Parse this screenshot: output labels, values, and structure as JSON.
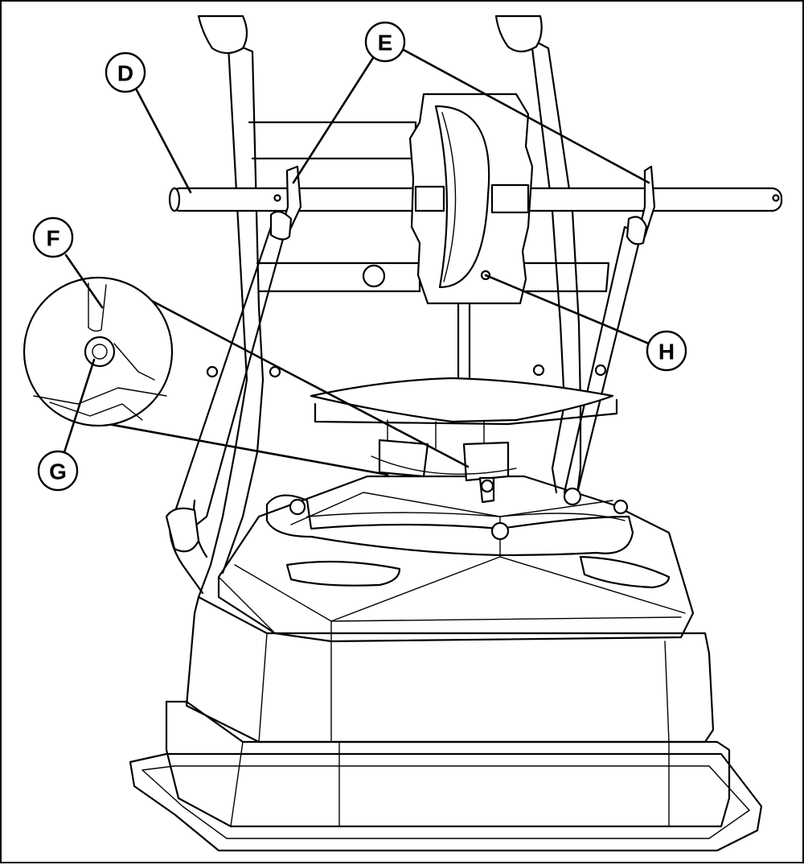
{
  "callouts": {
    "d": "D",
    "e": "E",
    "f": "F",
    "g": "G",
    "h": "H"
  }
}
